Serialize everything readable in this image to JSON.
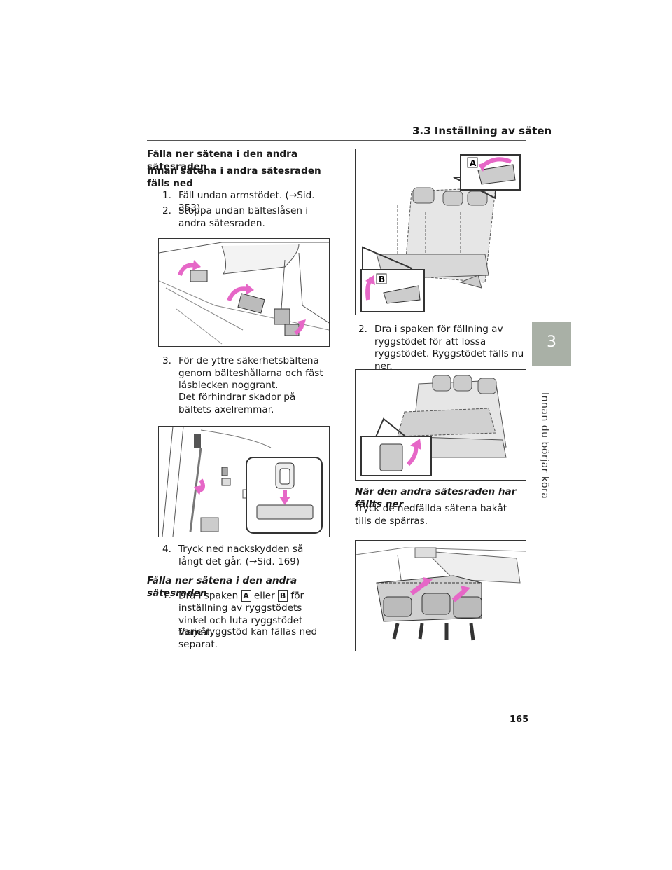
{
  "header": {
    "section": "3.3 Inställning av säten"
  },
  "side_tab": {
    "number": "3",
    "label": "Innan du börjar köra"
  },
  "left": {
    "title": "Fälla ner sätena i den andra sätesraden",
    "subtitle": "Innan sätena i andra sätesraden fälls ned",
    "step1": {
      "num": "1.",
      "text": "Fäll undan armstödet. (→Sid. 353)"
    },
    "step2": {
      "num": "2.",
      "text": "Stoppa undan bälteslåsen i andra sätesraden."
    },
    "step3": {
      "num": "3.",
      "text": "För de yttre säkerhetsbältena genom bälteshållarna och fäst låsblecken noggrant."
    },
    "step3_note": "Det förhindrar skador på bältets axelremmar.",
    "step4": {
      "num": "4.",
      "text": "Tryck ned nackskydden så långt det går. (→Sid. 169)"
    },
    "title2": "Fälla ner sätena i den andra sätesraden",
    "step5": {
      "num": "1.",
      "pre": "Dra i spaken",
      "a": "A",
      "mid": "eller",
      "b": "B",
      "post": "för inställning av ryggstödets vinkel och luta ryggstödet framåt."
    },
    "step5_note": "Varje ryggstöd kan fällas ned separat."
  },
  "right": {
    "label_a": "A",
    "label_b": "B",
    "step2": {
      "num": "2.",
      "text": "Dra i spaken för fällning av ryggstödet för att lossa ryggstödet. Ryggstödet fälls nu ner."
    },
    "title": "När den andra sätesraden har fällts ner",
    "body": "Tryck de nedfällda sätena bakåt tills de spärras."
  },
  "page_number": "165",
  "colors": {
    "tab": "#a9b0a6",
    "arrow": "#e667c7",
    "seat": "#d8d8d8"
  }
}
